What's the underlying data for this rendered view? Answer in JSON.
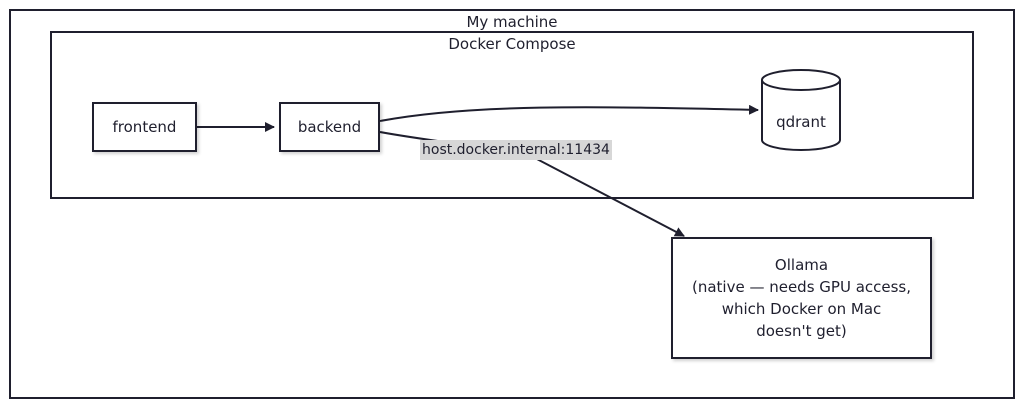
{
  "groups": {
    "outer": {
      "label": "My machine"
    },
    "compose": {
      "label": "Docker Compose"
    }
  },
  "nodes": {
    "frontend": {
      "label": "frontend"
    },
    "backend": {
      "label": "backend"
    },
    "qdrant": {
      "label": "qdrant",
      "shape": "cylinder"
    },
    "ollama": {
      "lines": [
        "Ollama",
        "(native — needs GPU access,",
        "which Docker on Mac",
        "doesn't get)"
      ]
    }
  },
  "edges": [
    {
      "from": "frontend",
      "to": "backend",
      "label": ""
    },
    {
      "from": "backend",
      "to": "qdrant",
      "label": ""
    },
    {
      "from": "backend",
      "to": "ollama",
      "label": "host.docker.internal:11434"
    }
  ],
  "colors": {
    "stroke": "#1f1f2e",
    "label_bg": "#d7d7d7",
    "background": "#ffffff"
  }
}
